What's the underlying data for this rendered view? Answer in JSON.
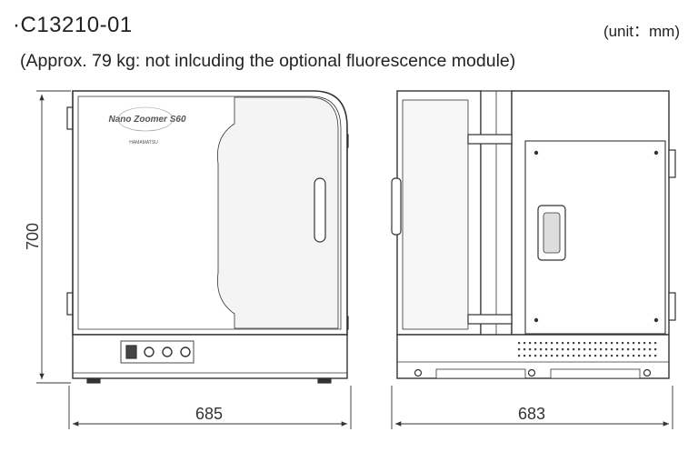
{
  "header": {
    "model": "·C13210-01",
    "unit_note": "(unit：mm)",
    "weight_note": "(Approx. 79 kg: not inlcuding the optional fluorescence module)"
  },
  "front_view": {
    "brand_logo_text": "Nano Zoomer S60",
    "manufacturer_text": "HAMAMATSU",
    "height": "700",
    "width": "685"
  },
  "side_view": {
    "depth": "683"
  }
}
